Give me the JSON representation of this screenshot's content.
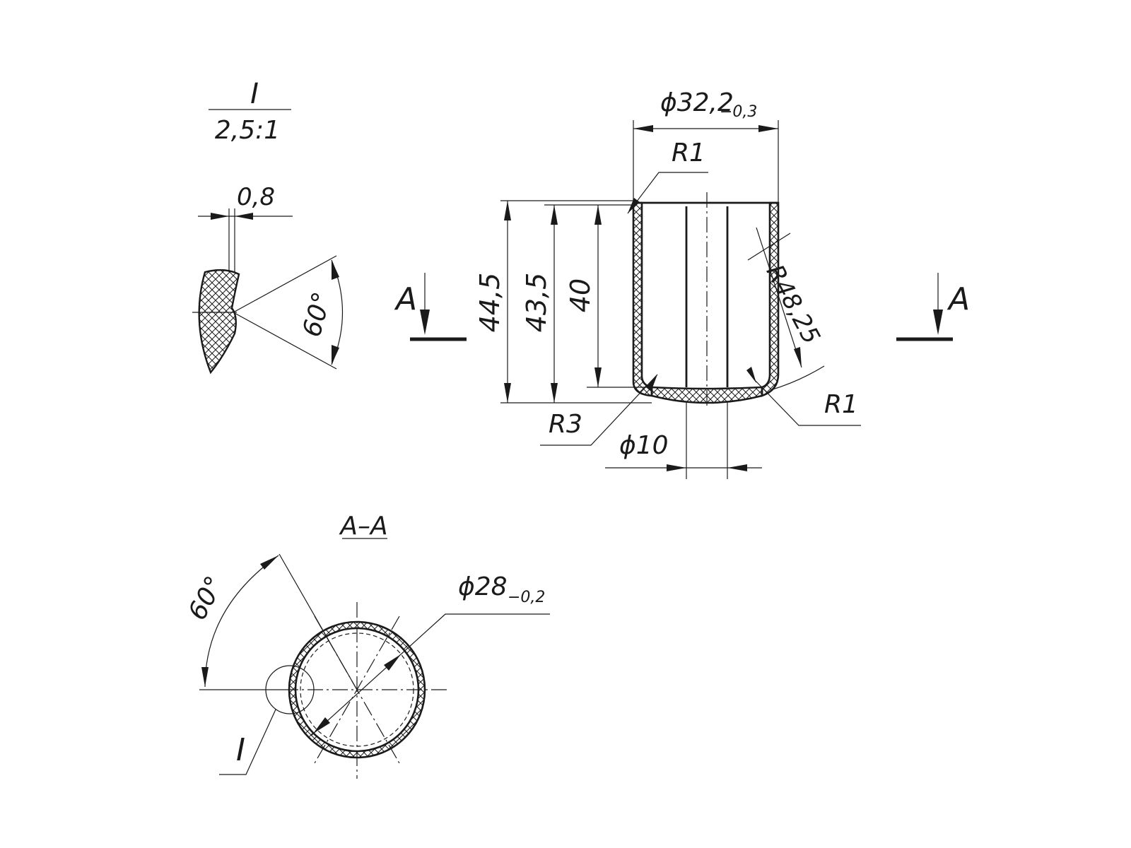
{
  "detail_view": {
    "title": "I",
    "scale": "2,5:1",
    "dim_thickness": "0,8",
    "dim_angle": "60°"
  },
  "front_view": {
    "dim_outer_diameter": "ϕ32,2",
    "dim_outer_diameter_tol": "−0,3",
    "dim_top_radius": "R1",
    "dim_height_total": "44,5",
    "dim_height_inner": "43,5",
    "dim_height_depth": "40",
    "dim_sphere_radius": "R48,25",
    "dim_bottom_radius_right": "R1",
    "dim_bottom_radius_left": "R3",
    "dim_hole_diameter": "ϕ10",
    "section_marker_left": "A",
    "section_marker_right": "A"
  },
  "section_view": {
    "title": "A–A",
    "dim_angle": "60°",
    "dim_diameter": "ϕ28",
    "dim_diameter_tol": "−0,2",
    "detail_callout": "I"
  },
  "colors": {
    "line": "#1a1a1a",
    "background": "#ffffff"
  }
}
